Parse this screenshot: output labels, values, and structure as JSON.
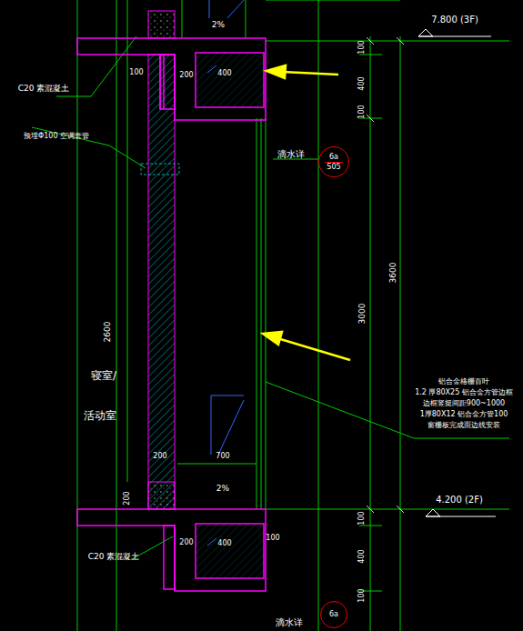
{
  "diagram": {
    "nodes": [
      {
        "text": [
          "6a",
          "S05"
        ]
      },
      {
        "text": [
          "6a"
        ]
      }
    ],
    "labels": [
      "7.800 (3F)",
      "2%",
      "100",
      "200",
      "400",
      "C20 素混凝土",
      "预埋Φ100 空调套管",
      "滴水详",
      "100",
      "400",
      "100",
      "3000",
      "3600",
      "2600",
      "寝室/",
      "活动室",
      "200",
      "700",
      "2%",
      "200",
      "铝合金格栅百叶",
      "1.2 厚80X25 铝合金方管边框",
      "边框竖挺间距900~1000",
      "1厚80X12 铝合金方管100",
      "窗栅板完成面边线安装",
      "4.200 (2F)",
      "100",
      "400",
      "100",
      "200",
      "400",
      "100",
      "C20 素混凝土",
      "滴水详"
    ]
  }
}
